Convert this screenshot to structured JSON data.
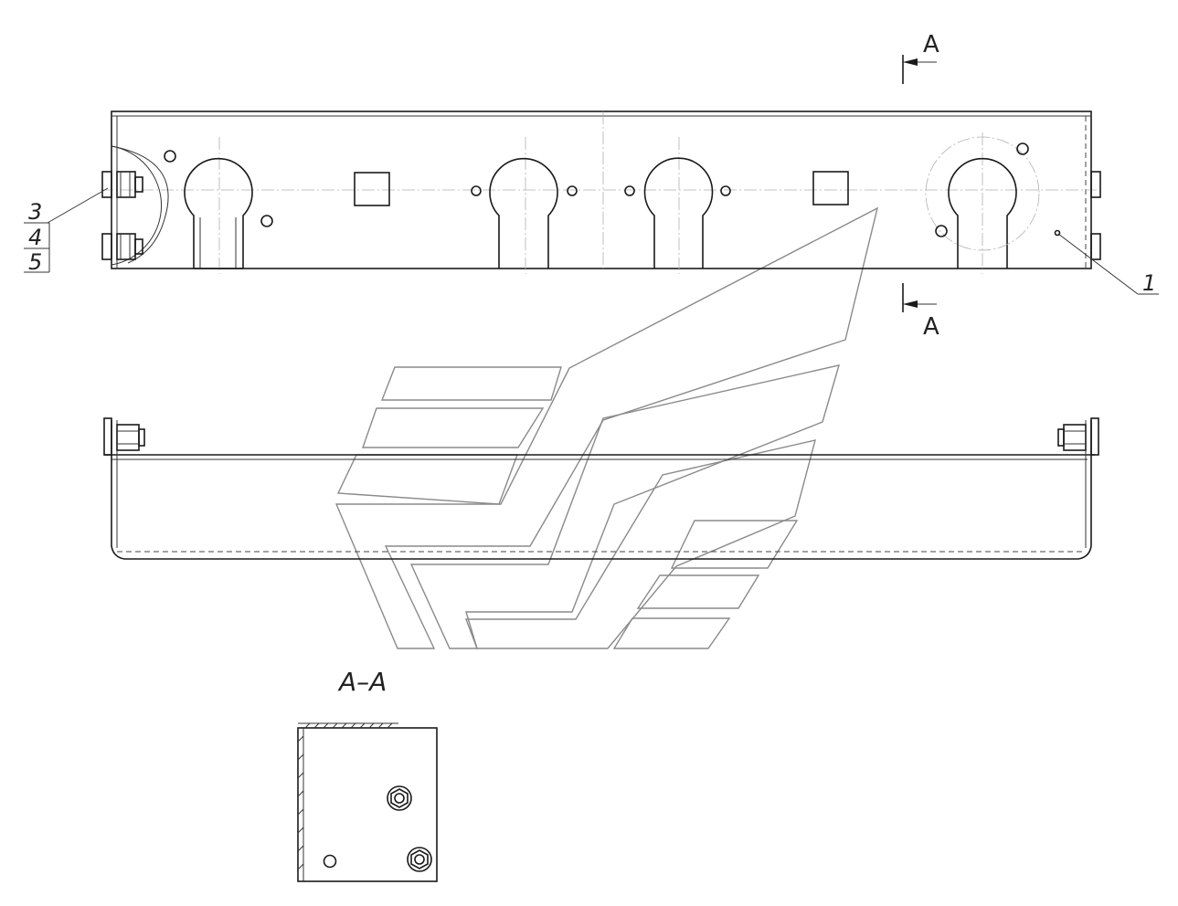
{
  "section_marker": {
    "letter_top": "A",
    "letter_bottom": "A"
  },
  "section_view_title": "A–A",
  "callouts": {
    "left_items": [
      "3",
      "4",
      "5"
    ],
    "right_item": "1"
  },
  "colors": {
    "line": "#1a1a1a",
    "watermark": "#8a8a8a",
    "centerline": "#b0b0b0",
    "background": "#ffffff"
  }
}
